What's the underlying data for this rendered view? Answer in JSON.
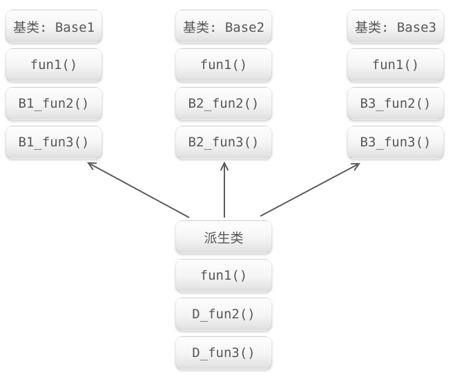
{
  "diagram": {
    "title_semantic": "virtual-inheritance-class-diagram",
    "background_color": "#ffffff",
    "box_text_color": "#575757",
    "box_gradient_top": "#fdfdfd",
    "box_gradient_bottom": "#dddddd",
    "arrow_color": "#5a5a5a",
    "columns": [
      {
        "id": "base1",
        "items": [
          "基类: Base1",
          "fun1()",
          "B1_fun2()",
          "B1_fun3()"
        ]
      },
      {
        "id": "base2",
        "items": [
          "基类: Base2",
          "fun1()",
          "B2_fun2()",
          "B2_fun3()"
        ]
      },
      {
        "id": "base3",
        "items": [
          "基类: Base3",
          "fun1()",
          "B3_fun2()",
          "B3_fun3()"
        ]
      },
      {
        "id": "derived",
        "items": [
          "派生类",
          "fun1()",
          "D_fun2()",
          "D_fun3()"
        ]
      }
    ],
    "arrows": [
      {
        "from": "derived",
        "to": "base1"
      },
      {
        "from": "derived",
        "to": "base2"
      },
      {
        "from": "derived",
        "to": "base3"
      }
    ]
  }
}
